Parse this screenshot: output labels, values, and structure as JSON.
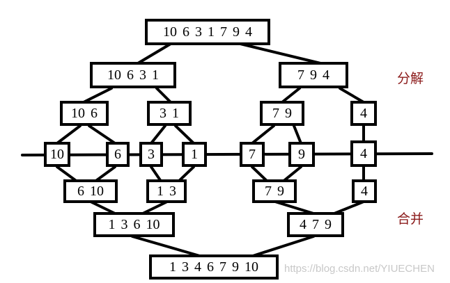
{
  "colors": {
    "line": "#000000",
    "label": "#8b1a1a",
    "watermark": "#c8c8c8"
  },
  "nodes": {
    "root": "10 6 3 1 7 9 4",
    "split_left": "10 6 3 1",
    "split_right": "7 9 4",
    "split_10_6": "10 6",
    "split_3_1": "3 1",
    "split_7_9": "7 9",
    "split_4": "4",
    "leaf_10": "10",
    "leaf_6": "6",
    "leaf_3": "3",
    "leaf_1": "1",
    "leaf_7": "7",
    "leaf_9": "9",
    "leaf_4": "4",
    "merge_6_10": "6 10",
    "merge_1_3": "1 3",
    "merge_7_9": "7 9",
    "merge_4": "4",
    "merge_1_3_6_10": "1 3 6 10",
    "merge_4_7_9": "4 7 9",
    "result": "1 3 4 6 7 9 10"
  },
  "labels": {
    "decompose": "分解",
    "merge": "合并"
  },
  "watermark": "https://blog.csdn.net/YIUECHEN"
}
